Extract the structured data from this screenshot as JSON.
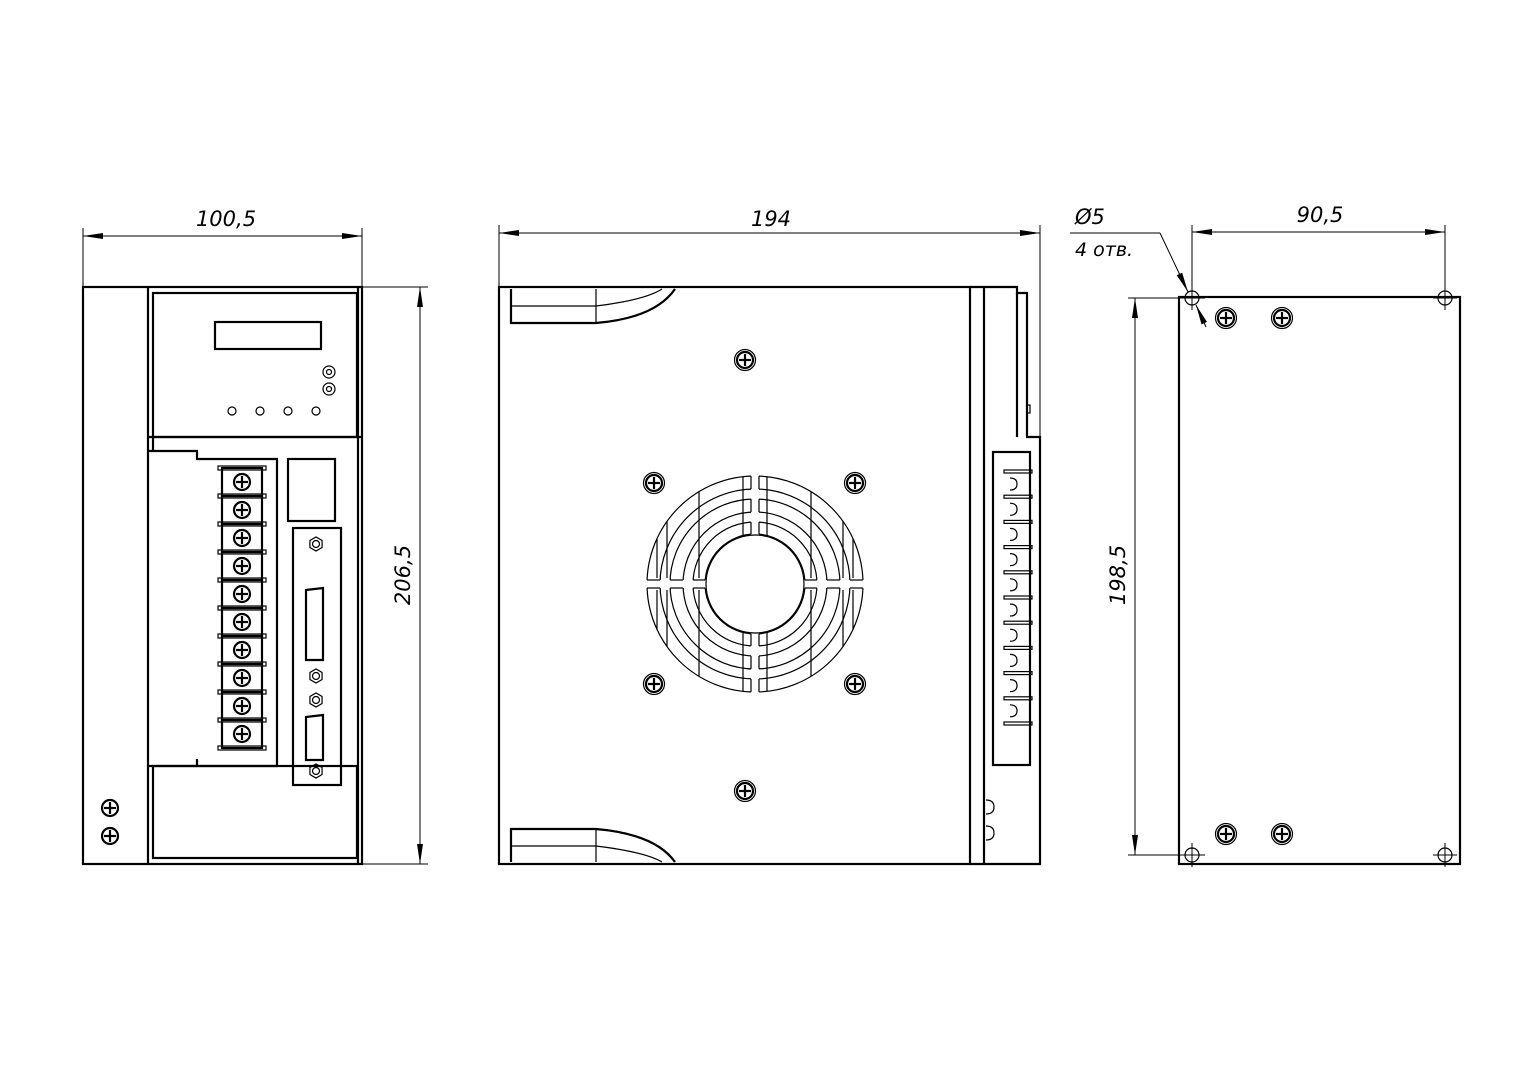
{
  "drawing": {
    "views": [
      "front-view",
      "side-view",
      "back-view"
    ],
    "dimensions": {
      "front_width": "100,5",
      "front_height": "206,5",
      "side_depth": "194",
      "back_hole_spacing_horizontal": "90,5",
      "back_hole_spacing_vertical": "198,5",
      "hole_diameter": "Ø5",
      "hole_count": "4 отв."
    },
    "front_terminal_count": 10,
    "line_color": "#000000",
    "background": "#ffffff"
  }
}
